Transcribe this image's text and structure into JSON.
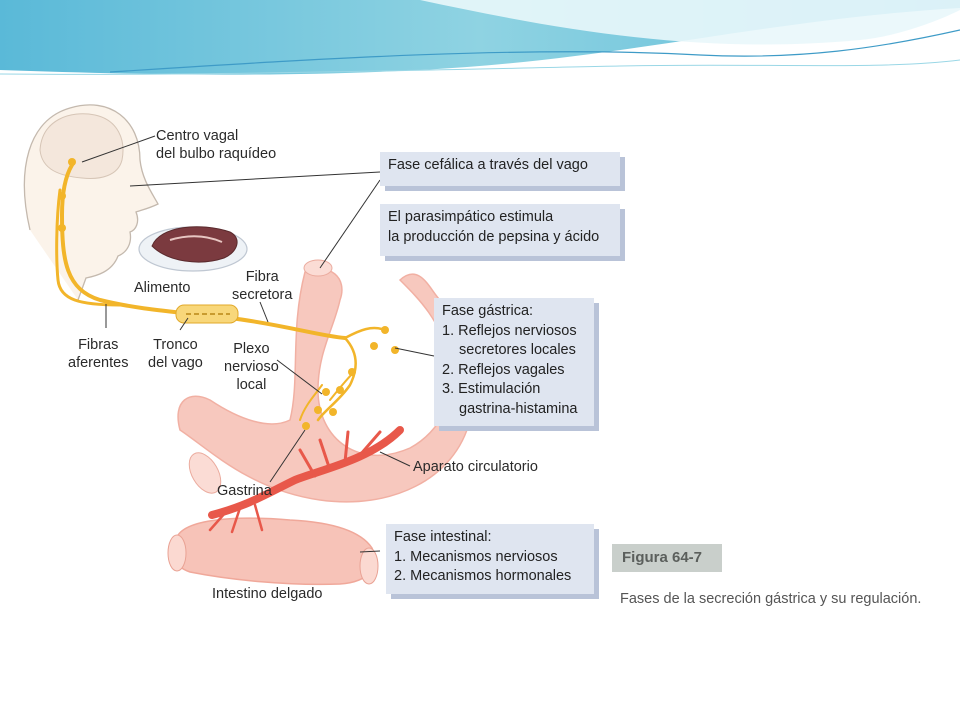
{
  "labels": {
    "centro_vagal": [
      "Centro vagal",
      "del bulbo raquídeo"
    ],
    "alimento": "Alimento",
    "fibra_secretora": [
      "Fibra",
      "secretora"
    ],
    "fibras_aferentes": [
      "Fibras",
      "aferentes"
    ],
    "tronco_vago": [
      "Tronco",
      "del vago"
    ],
    "plexo_nervioso": [
      "Plexo",
      "nervioso",
      "local"
    ],
    "aparato_circulatorio": "Aparato circulatorio",
    "gastrina": "Gastrina",
    "intestino_delgado": "Intestino delgado"
  },
  "boxes": {
    "cefalica": {
      "lines": [
        "Fase cefálica a través del vago"
      ]
    },
    "parasimpatico": {
      "lines": [
        "El parasimpático estimula",
        "la producción de pepsina y ácido"
      ]
    },
    "gastrica": {
      "title": "Fase gástrica:",
      "items": [
        "1. Reflejos nerviosos",
        "secretores locales",
        "2. Reflejos vagales",
        "3. Estimulación",
        "gastrina-histamina"
      ]
    },
    "intestinal": {
      "title": "Fase intestinal:",
      "items": [
        "1. Mecanismos nerviosos",
        "2. Mecanismos hormonales"
      ]
    }
  },
  "figure": {
    "number": "Figura 64-7",
    "caption": "Fases de la secreción gástrica y su regulación."
  },
  "colors": {
    "nerve": "#f2b52a",
    "organ": "#f6b9ae",
    "artery": "#e8584a",
    "box_bg": "#dfe5f0",
    "header_teal": "#8fd3e2"
  }
}
